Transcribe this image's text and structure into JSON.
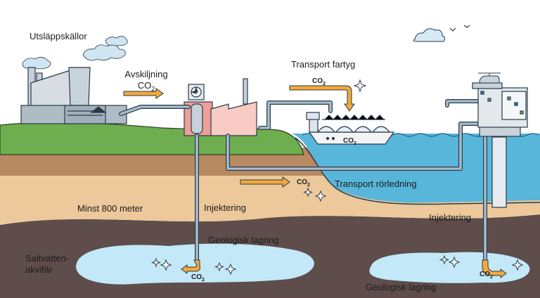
{
  "labels": {
    "emission_sources": "Utsläppskällor",
    "separation_line1": "Avskiljning",
    "separation_line2": "CO",
    "transport_ship": "Transport fartyg",
    "transport_pipeline": "Transport rörledning",
    "min_depth": "Minst 800 meter",
    "injection_land": "Injektering",
    "injection_sea": "Injektering",
    "geo_storage_left": "Geologisk lagring",
    "geo_storage_right": "Geologisk lagring",
    "aquifer_line1": "Saltvatten-",
    "aquifer_line2": "akvifär"
  },
  "co2_tags": {
    "text": "CO",
    "subscript": "2"
  },
  "colors": {
    "sky": "#ffffff",
    "grass": "#6fae4e",
    "soil_top": "#b8875e",
    "soil_mid": "#e9c79b",
    "rock": "#5a4a48",
    "sea": "#56b4d8",
    "aquifer": "#bfe6f6",
    "pipe": "#9fb7c9",
    "arrow": "#f2a93b",
    "factory_pink": "#f2b8b0"
  },
  "icons": [
    "factory-icon",
    "cloud-icon",
    "ship-icon",
    "platform-icon",
    "helicopter-icon",
    "sparkle-icon",
    "bird-icon"
  ]
}
